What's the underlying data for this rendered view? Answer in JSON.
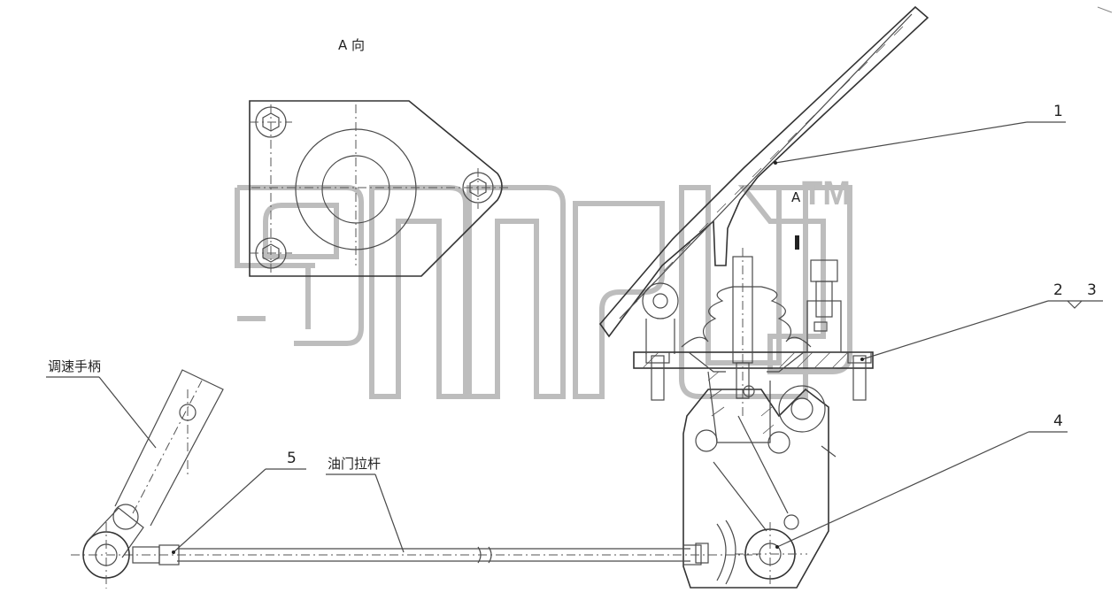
{
  "view_label": "A 向",
  "section_marker": "A",
  "labels": {
    "speed_handle": "调速手柄",
    "throttle_rod": "油门拉杆"
  },
  "callouts": [
    "1",
    "2",
    "3",
    "4",
    "5"
  ],
  "watermark": {
    "trademark": "TM"
  }
}
